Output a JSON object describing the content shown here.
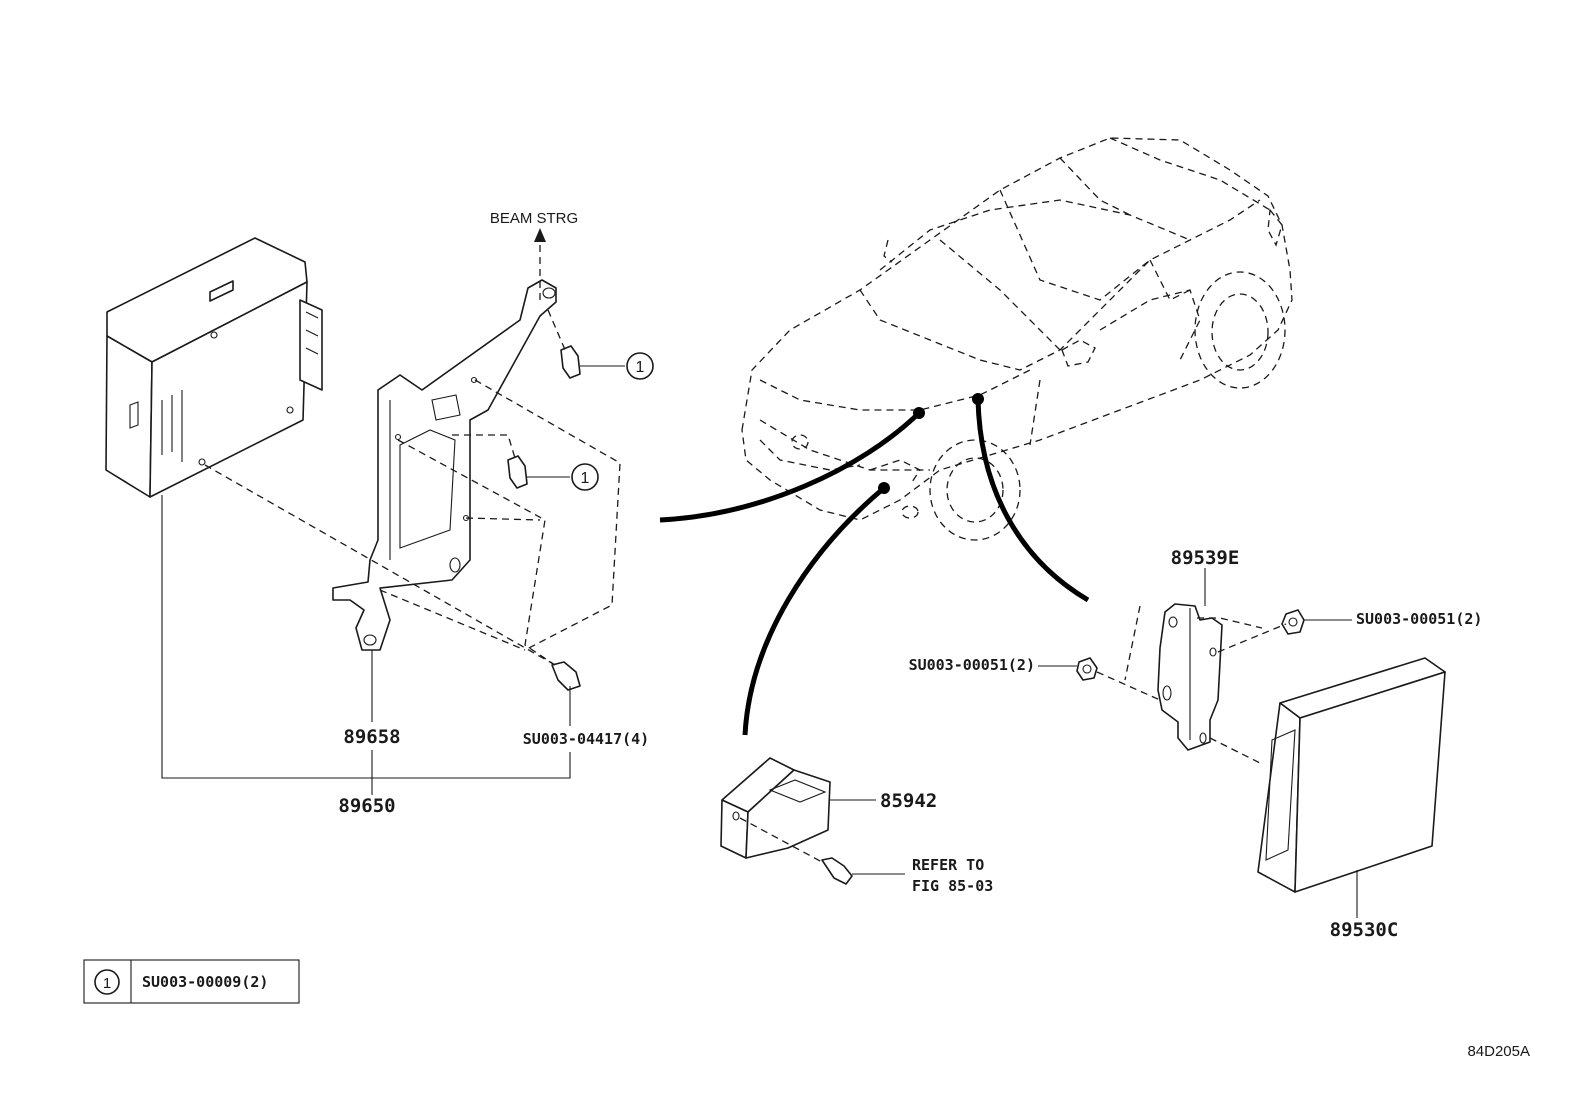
{
  "labels": {
    "beam_strg": "BEAM STRG",
    "p89658": "89658",
    "p89650": "89650",
    "su_04417": "SU003-04417(4)",
    "p89539e": "89539E",
    "su_00051_right": "SU003-00051(2)",
    "su_00051_left": "SU003-00051(2)",
    "p85942": "85942",
    "refer_to": "REFER TO",
    "fig_ref": "FIG 85-03",
    "p89530c": "89530C",
    "callout_1a": "1",
    "callout_1b": "1",
    "diagram_code": "84D205A"
  },
  "legend": {
    "symbol": "1",
    "part": "SU003-00009(2)"
  }
}
